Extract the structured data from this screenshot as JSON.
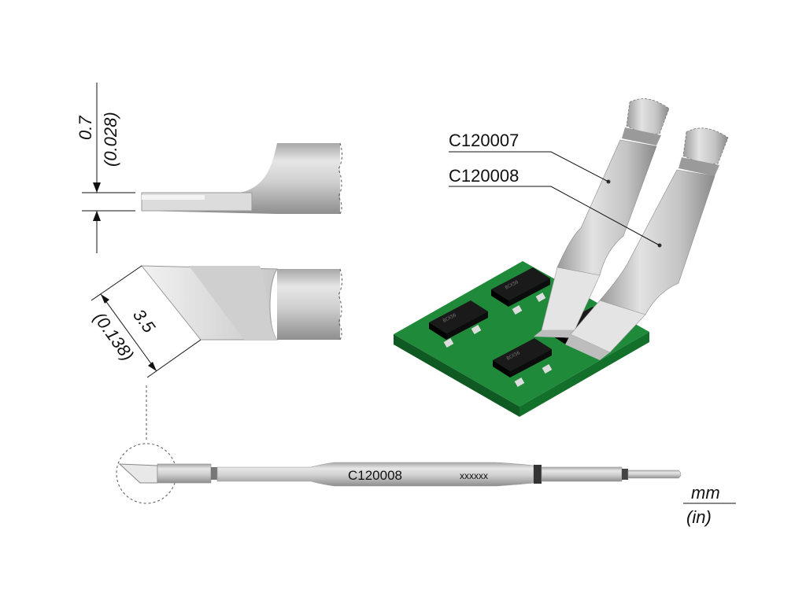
{
  "dimensions": {
    "thickness_mm": "0.7",
    "thickness_in": "(0.028)",
    "width_mm": "3.5",
    "width_in": "(0.138)"
  },
  "callouts": {
    "label_1": "C120007",
    "label_2": "C120008"
  },
  "shaft": {
    "part_number": "C120008",
    "batch_code": "xxxxxx"
  },
  "units": {
    "metric": "mm",
    "imperial": "(in)"
  },
  "chip_marking": "BCX56"
}
